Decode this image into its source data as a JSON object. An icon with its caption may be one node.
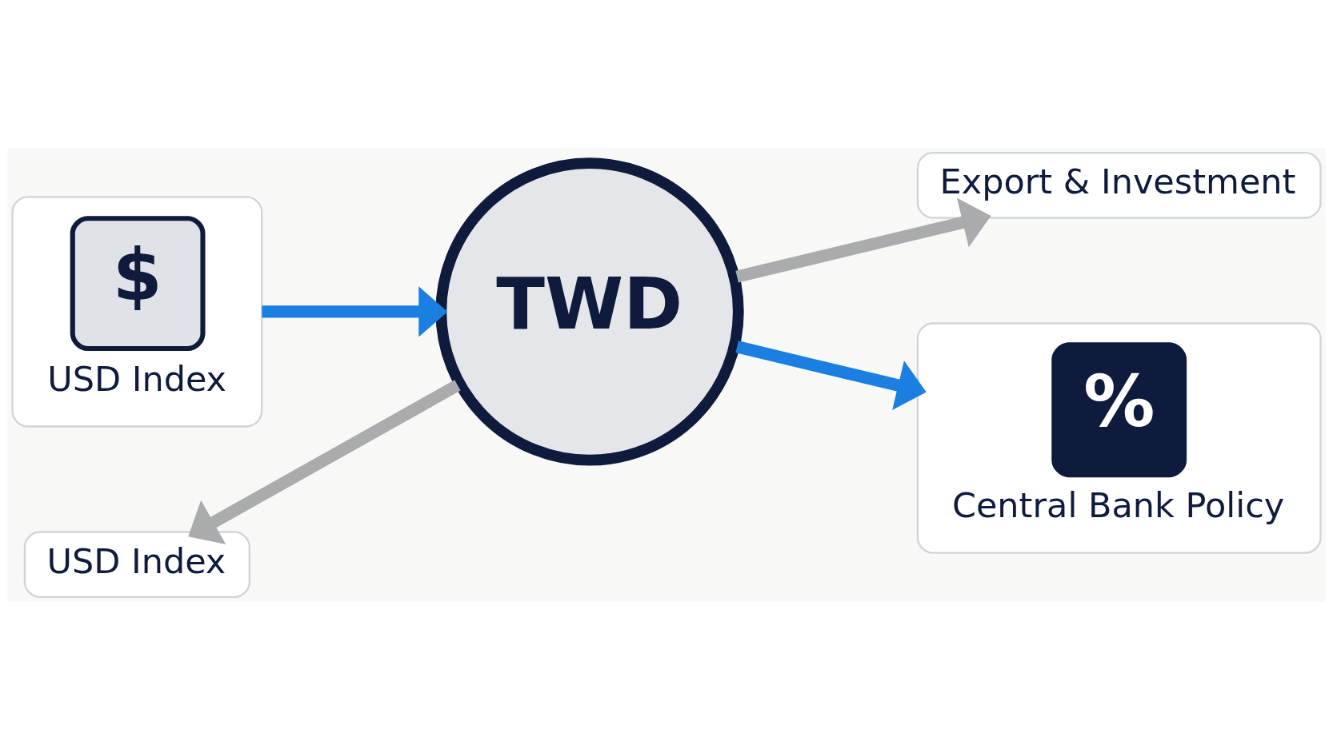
{
  "diagram": {
    "nodes": [
      {
        "text": [
          "$",
          "USD Index"
        ]
      },
      {
        "text": [
          "Export & Investment"
        ]
      },
      {
        "text": [
          "TWD"
        ]
      },
      {
        "text": [
          "USD Index"
        ]
      },
      {
        "text": [
          "%",
          "Central Bank Policy"
        ]
      }
    ],
    "edges": [
      {
        "from": 0,
        "to": 2,
        "arrow": "to",
        "color": "#1a7fe0"
      },
      {
        "from": 2,
        "to": 1,
        "arrow": "to",
        "color": "#a9abad"
      },
      {
        "from": 2,
        "to": 3,
        "arrow": "to",
        "color": "#a9abad"
      },
      {
        "from": 2,
        "to": 4,
        "arrow": "to",
        "color": "#1a7fe0"
      }
    ]
  }
}
